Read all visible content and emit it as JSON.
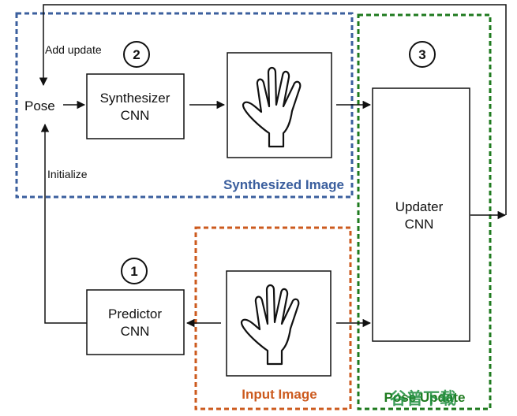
{
  "colors": {
    "synthesized_group": "#3b5f9e",
    "input_group": "#cc5a1e",
    "updater_group": "#1e7a1e",
    "watermark": "#1e8e3e",
    "stroke": "#111111"
  },
  "groups": {
    "synthesized": {
      "title": "Synthesized Image"
    },
    "input": {
      "title": "Input Image"
    },
    "updater": {
      "title": "Pose Update"
    }
  },
  "nodes": {
    "pose": "Pose",
    "synthesizer": {
      "line1": "Synthesizer",
      "line2": "CNN"
    },
    "updater": {
      "line1": "Updater",
      "line2": "CNN"
    },
    "predictor": {
      "line1": "Predictor",
      "line2": "CNN"
    }
  },
  "edge_labels": {
    "add_update": "Add update",
    "initialize": "Initialize"
  },
  "steps": [
    "1",
    "2",
    "3"
  ],
  "images": {
    "synthesized_hand": "hand-outline-icon",
    "input_hand": "hand-outline-icon"
  },
  "watermark": {
    "text": "谷普下载"
  }
}
